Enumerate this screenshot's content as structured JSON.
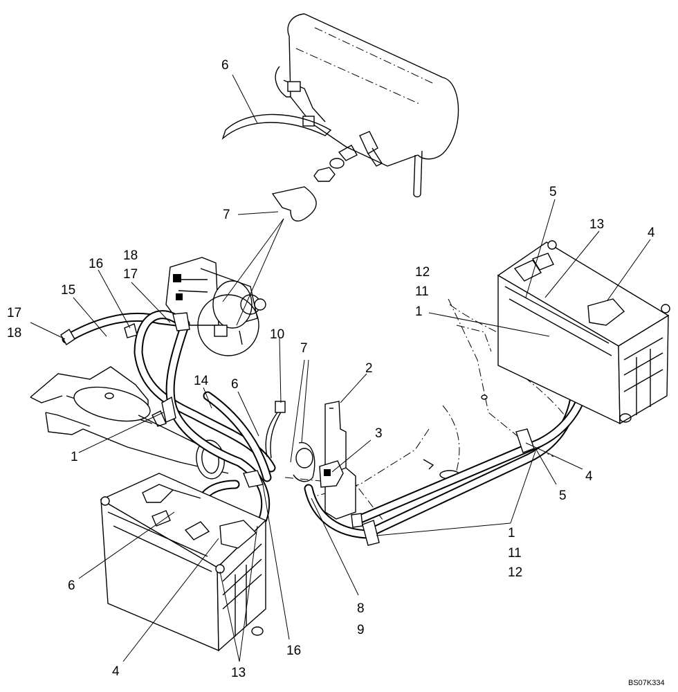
{
  "diagram": {
    "reference_code": "BS07K334",
    "callouts": [
      {
        "id": "c6a",
        "text": "6"
      },
      {
        "id": "c7a",
        "text": "7"
      },
      {
        "id": "c5a",
        "text": "5"
      },
      {
        "id": "c13a",
        "text": "13"
      },
      {
        "id": "c4a",
        "text": "4"
      },
      {
        "id": "c18a",
        "text": "18"
      },
      {
        "id": "c17a",
        "text": "17"
      },
      {
        "id": "c16a",
        "text": "16"
      },
      {
        "id": "c15",
        "text": "15"
      },
      {
        "id": "c17b",
        "text": "17"
      },
      {
        "id": "c18b",
        "text": "18"
      },
      {
        "id": "c12a",
        "text": "12"
      },
      {
        "id": "c11a",
        "text": "11"
      },
      {
        "id": "c1a",
        "text": "1"
      },
      {
        "id": "c10",
        "text": "10"
      },
      {
        "id": "c7b",
        "text": "7"
      },
      {
        "id": "c14",
        "text": "14"
      },
      {
        "id": "c6b",
        "text": "6"
      },
      {
        "id": "c2",
        "text": "2"
      },
      {
        "id": "c3",
        "text": "3"
      },
      {
        "id": "c1b",
        "text": "1"
      },
      {
        "id": "c4b",
        "text": "4"
      },
      {
        "id": "c5b",
        "text": "5"
      },
      {
        "id": "c1c",
        "text": "1"
      },
      {
        "id": "c11b",
        "text": "11"
      },
      {
        "id": "c12b",
        "text": "12"
      },
      {
        "id": "c6c",
        "text": "6"
      },
      {
        "id": "c8",
        "text": "8"
      },
      {
        "id": "c9",
        "text": "9"
      },
      {
        "id": "c16b",
        "text": "16"
      },
      {
        "id": "c4c",
        "text": "4"
      },
      {
        "id": "c13b",
        "text": "13"
      }
    ]
  }
}
